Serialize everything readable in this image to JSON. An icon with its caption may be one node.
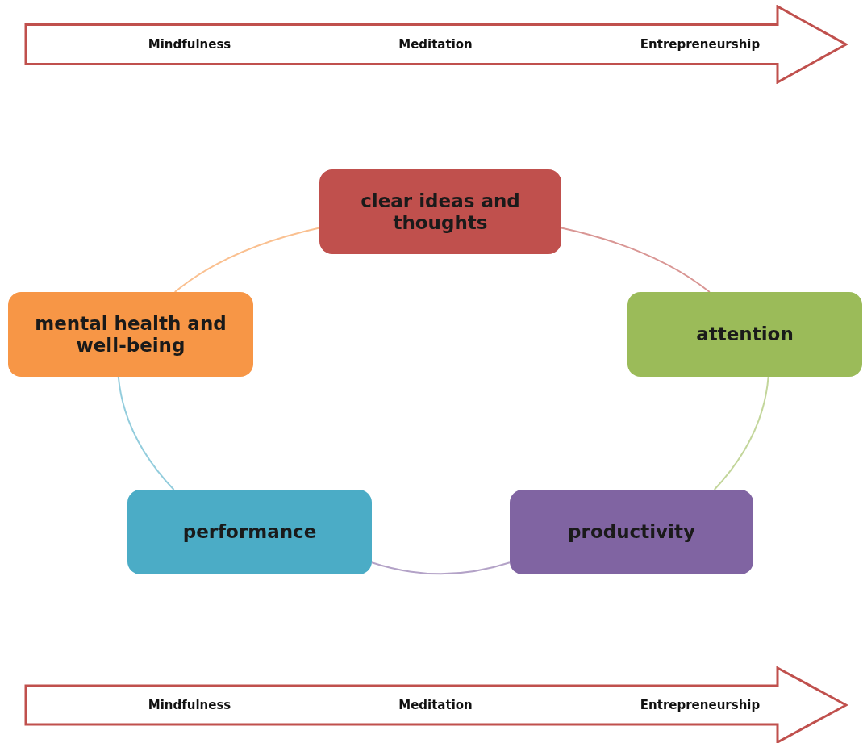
{
  "diagram": {
    "nodes": [
      {
        "text": [
          "Mindfulness",
          "Meditation",
          "Entrepreneurship"
        ]
      },
      {
        "text": [
          "clear ideas and thoughts"
        ]
      },
      {
        "text": [
          "attention"
        ]
      },
      {
        "text": [
          "productivity"
        ]
      },
      {
        "text": [
          "performance"
        ]
      },
      {
        "text": [
          "mental health and well-being"
        ]
      },
      {
        "text": [
          "Mindfulness",
          "Meditation",
          "Entrepreneurship"
        ]
      }
    ],
    "edges": [
      {
        "from": 1,
        "to": 2,
        "arrow": "none",
        "color": "#d99694"
      },
      {
        "from": 2,
        "to": 3,
        "arrow": "none",
        "color": "#c3d69b"
      },
      {
        "from": 3,
        "to": 4,
        "arrow": "none",
        "color": "#b3a2c7"
      },
      {
        "from": 4,
        "to": 5,
        "arrow": "none",
        "color": "#93cddd"
      },
      {
        "from": 5,
        "to": 1,
        "arrow": "none",
        "color": "#fac090"
      }
    ]
  }
}
